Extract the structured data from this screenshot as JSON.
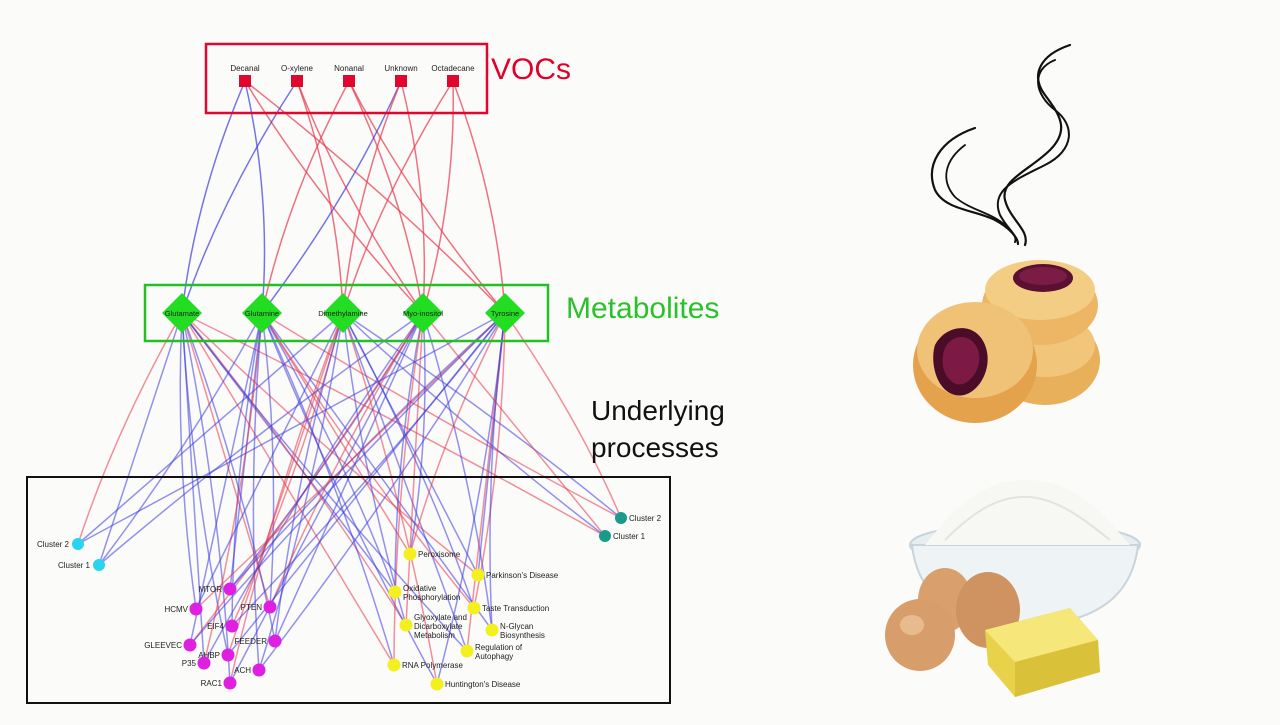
{
  "headings": {
    "vocs": "VOCs",
    "metabolites": "Metabolites",
    "processes_line1": "Underlying",
    "processes_line2": "processes"
  },
  "colors": {
    "voc": "#e0062e",
    "metabolite": "#22dd22",
    "edge_red": "#e8364a",
    "edge_blue": "#3a3ae0",
    "cluster_cyan": "#2ad4f0",
    "cluster_teal": "#1a9a8a",
    "pathway_magenta": "#e020e0",
    "pathway_yellow": "#f4f020"
  },
  "vocs": [
    "Decanal",
    "O-xylene",
    "Nonanal",
    "Unknown",
    "Octadecane"
  ],
  "metabolites": [
    "Glutamate",
    "Glutamine",
    "Dimethylamine",
    "Myo-inositol",
    "Tyrosine"
  ],
  "left_clusters": [
    "Cluster 2",
    "Cluster 1"
  ],
  "right_clusters": [
    "Cluster 2",
    "Cluster 1"
  ],
  "magenta_pathways": [
    "MTOR",
    "HCMV",
    "PTEN",
    "EIF4",
    "FEEDER",
    "GLEEVEC",
    "AHBP",
    "P35",
    "ACH",
    "RAC1"
  ],
  "yellow_pathways": [
    "Peroxisome",
    "Parkinson's Disease",
    "Oxidative Phosphorylation",
    "Taste Transduction",
    "Glyoxylate and Dicarboxylate Metabolism",
    "N-Glycan Biosynthesis",
    "Regulation of Autophagy",
    "RNA Polymerase",
    "Huntington's Disease"
  ],
  "illustrations": [
    "steam-aroma",
    "baked-scones",
    "flour-eggs-butter"
  ]
}
